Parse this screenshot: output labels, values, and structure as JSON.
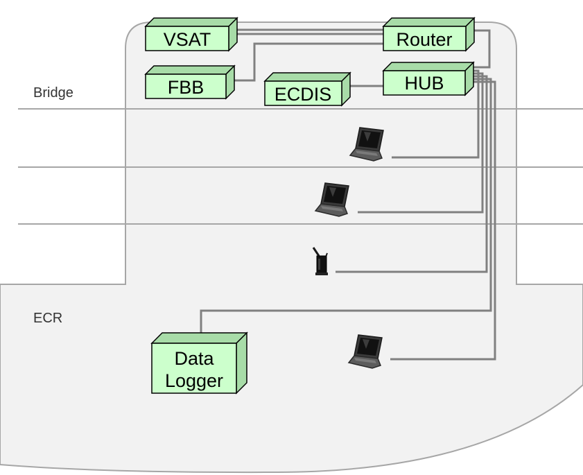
{
  "labels": {
    "bridge": "Bridge",
    "ecr": "ECR"
  },
  "devices": {
    "vsat": "VSAT",
    "router": "Router",
    "fbb": "FBB",
    "ecdis": "ECDIS",
    "hub": "HUB",
    "data_logger_line1": "Data",
    "data_logger_line2": "Logger"
  },
  "icons": {
    "laptop": "laptop-icon",
    "wireless_router": "wireless-router-icon"
  },
  "colors": {
    "device_fill": "#ccffcc",
    "device_edge": "#a8dca8",
    "wire": "#808080",
    "hull": "#f2f2f2",
    "outline": "#a6a6a6"
  }
}
